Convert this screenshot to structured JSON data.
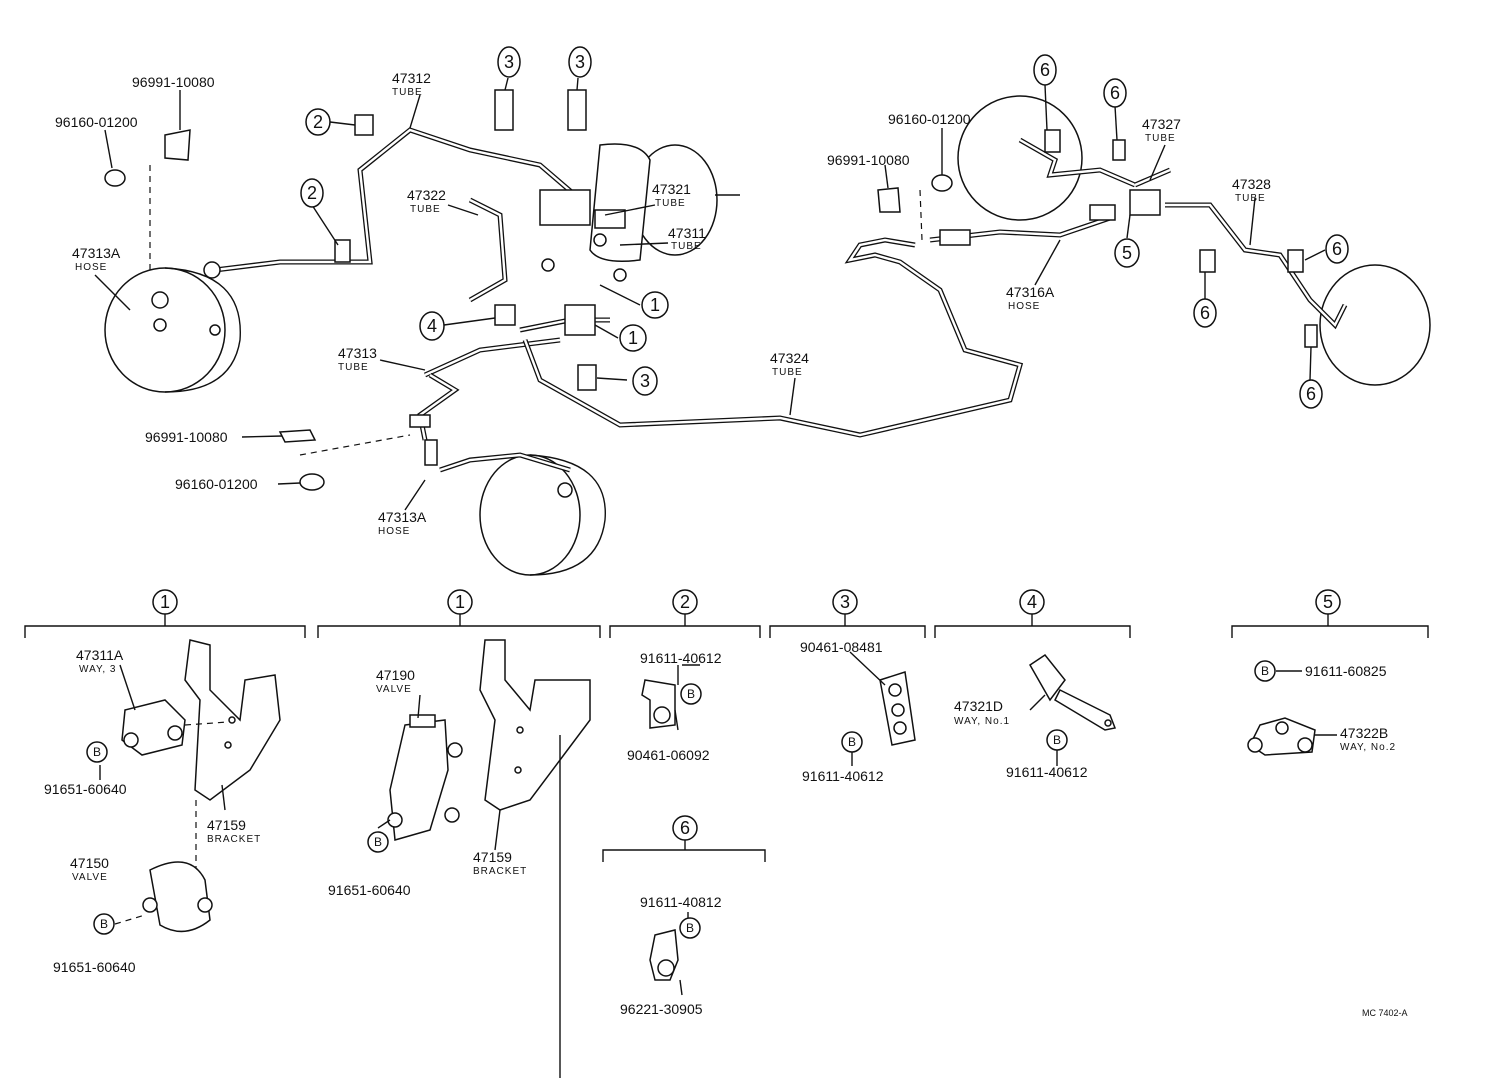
{
  "diagram_code": "MC 7402-A",
  "callouts": {
    "clip_96991_tl": "96991-10080",
    "grommet_96160_tl": "96160-01200",
    "hose_47313A_fl": "47313A",
    "hose_47313A_fl_sub": "HOSE",
    "tube_47312": "47312",
    "tube_47312_sub": "TUBE",
    "tube_47322": "47322",
    "tube_47322_sub": "TUBE",
    "tube_47321": "47321",
    "tube_47321_sub": "TUBE",
    "tube_47311": "47311",
    "tube_47311_sub": "TUBE",
    "tube_47313": "47313",
    "tube_47313_sub": "TUBE",
    "clip_96991_ml": "96991-10080",
    "grommet_96160_ml": "96160-01200",
    "hose_47313A_fr": "47313A",
    "hose_47313A_fr_sub": "HOSE",
    "tube_47324": "47324",
    "tube_47324_sub": "TUBE",
    "grommet_96160_r": "96160-01200",
    "clip_96991_r": "96991-10080",
    "hose_47316A": "47316A",
    "hose_47316A_sub": "HOSE",
    "tube_47327": "47327",
    "tube_47327_sub": "TUBE",
    "tube_47328": "47328",
    "tube_47328_sub": "TUBE"
  },
  "ref_numbers": [
    "1",
    "2",
    "3",
    "4",
    "5",
    "6"
  ],
  "b_symbol": "B",
  "details": {
    "d1a": {
      "ref": "1",
      "way": "47311A",
      "way_sub": "WAY, 3",
      "bolt1": "91651-60640",
      "bracket": "47159",
      "bracket_sub": "BRACKET",
      "valve": "47150",
      "valve_sub": "VALVE",
      "bolt2": "91651-60640"
    },
    "d1b": {
      "ref": "1",
      "valve": "47190",
      "valve_sub": "VALVE",
      "bolt": "91651-60640",
      "bracket": "47159",
      "bracket_sub": "BRACKET"
    },
    "d2": {
      "ref": "2",
      "bolt": "91611-40612",
      "clamp": "90461-06092"
    },
    "d3": {
      "ref": "3",
      "clamp": "90461-08481",
      "bolt": "91611-40612"
    },
    "d4": {
      "ref": "4",
      "way": "47321D",
      "way_sub": "WAY, No.1",
      "bolt": "91611-40612"
    },
    "d5": {
      "ref": "5",
      "bolt": "91611-60825",
      "way": "47322B",
      "way_sub": "WAY, No.2"
    },
    "d6": {
      "ref": "6",
      "bolt": "91611-40812",
      "clamp": "96221-30905"
    }
  }
}
